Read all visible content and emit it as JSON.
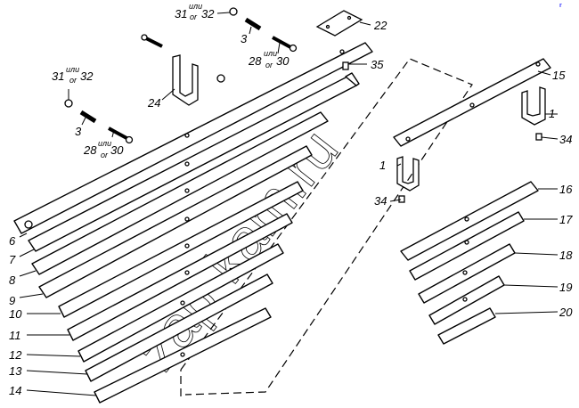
{
  "diagram": {
    "watermark": "zap-kam.ru",
    "corner_mark": "r",
    "labels": {
      "p1a": "1",
      "p1b": "1",
      "p3a": "3",
      "p3b": "3",
      "p6": "6",
      "p7": "7",
      "p8": "8",
      "p9": "9",
      "p10": "10",
      "p11": "11",
      "p12": "12",
      "p13": "13",
      "p14": "14",
      "p15": "15",
      "p16": "16",
      "p17": "17",
      "p18": "18",
      "p19": "19",
      "p20": "20",
      "p22": "22",
      "p24": "24",
      "p34a": "34",
      "p34b": "34",
      "p35": "35"
    },
    "alt_labels": {
      "nut_top": {
        "a": "31",
        "b": "32",
        "ili": "или",
        "or": "or"
      },
      "nut_left": {
        "a": "31",
        "b": "32",
        "ili": "или",
        "or": "or"
      },
      "bolt_top": {
        "a": "28",
        "b": "30",
        "ili": "или",
        "or": "or"
      },
      "bolt_left": {
        "a": "28",
        "b": "30",
        "ili": "или",
        "or": "or"
      }
    }
  }
}
